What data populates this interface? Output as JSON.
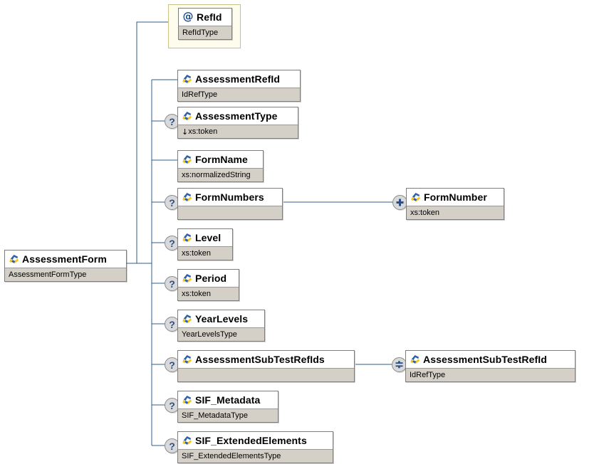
{
  "diagram": {
    "kind": "xsd-element-tree",
    "root": {
      "name": "AssessmentForm",
      "type": "AssessmentFormType",
      "icon": "xsd-element-icon"
    },
    "attributes": [
      {
        "name": "RefId",
        "type": "RefIdType",
        "icon": "xsd-attribute-icon",
        "marker": "",
        "highlighted": true
      }
    ],
    "children": [
      {
        "name": "AssessmentRefId",
        "type": "IdRefType",
        "marker": "",
        "icon": "xsd-element-icon",
        "restricted": false
      },
      {
        "name": "AssessmentType",
        "type": "xs:token",
        "marker": "?",
        "icon": "xsd-element-icon",
        "restricted": true
      },
      {
        "name": "FormName",
        "type": "xs:normalizedString",
        "marker": "",
        "icon": "xsd-element-icon",
        "restricted": false
      },
      {
        "name": "FormNumbers",
        "type": "",
        "marker": "?",
        "icon": "xsd-element-icon",
        "restricted": false
      },
      {
        "name": "Level",
        "type": "xs:token",
        "marker": "?",
        "icon": "xsd-element-icon",
        "restricted": false
      },
      {
        "name": "Period",
        "type": "xs:token",
        "marker": "?",
        "icon": "xsd-element-icon",
        "restricted": false
      },
      {
        "name": "YearLevels",
        "type": "YearLevelsType",
        "marker": "?",
        "icon": "xsd-element-icon",
        "restricted": false
      },
      {
        "name": "AssessmentSubTestRefIds",
        "type": "",
        "marker": "?",
        "icon": "xsd-element-icon",
        "restricted": false
      },
      {
        "name": "SIF_Metadata",
        "type": "SIF_MetadataType",
        "marker": "?",
        "icon": "xsd-element-icon",
        "restricted": false
      },
      {
        "name": "SIF_ExtendedElements",
        "type": "SIF_ExtendedElementsType",
        "marker": "?",
        "icon": "xsd-element-icon",
        "restricted": false
      }
    ],
    "grandchildren": [
      {
        "name": "FormNumber",
        "type": "xs:token",
        "marker": "+",
        "icon": "xsd-element-icon",
        "parent": "FormNumbers"
      },
      {
        "name": "AssessmentSubTestRefId",
        "type": "IdRefType",
        "marker": "*",
        "icon": "xsd-element-icon",
        "parent": "AssessmentSubTestRefIds"
      }
    ],
    "colors": {
      "connector": "#2e5d8e",
      "node_border": "#7d7d7d",
      "type_band": "#d4d0c8",
      "marker_fill": "#d9d9d9",
      "marker_glyph": "#2a4f86",
      "attribute_highlight_border": "#c9c08a",
      "attribute_highlight_fill": "#fdfced",
      "icon_blue": "#2f5fa8",
      "icon_yellow": "#f5c518"
    }
  }
}
